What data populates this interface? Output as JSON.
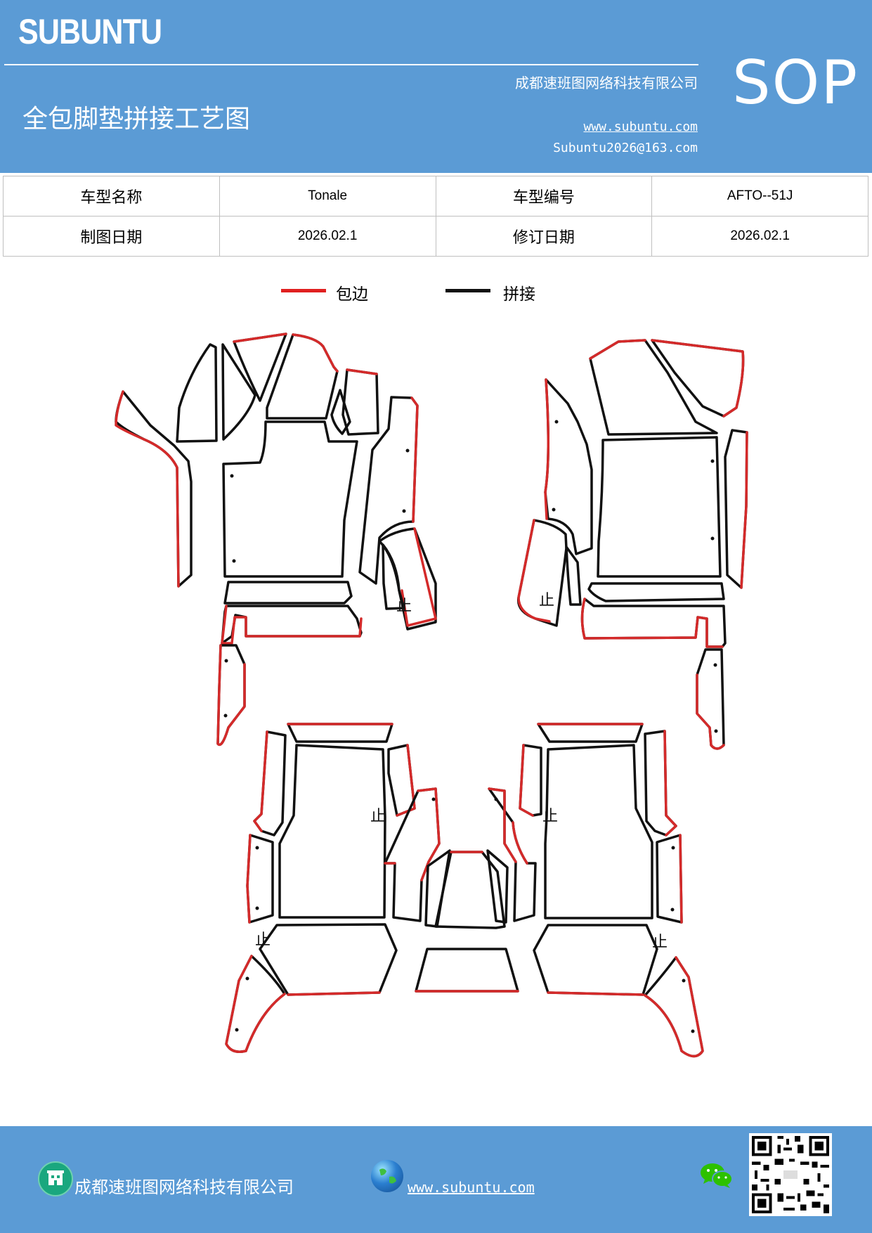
{
  "header": {
    "brand": "SUBUNTU",
    "sop": "SOP",
    "company": "成都速班图网络科技有限公司",
    "title": "全包脚垫拼接工艺图",
    "website": "www.subuntu.com",
    "email": "Subuntu2026@163.com"
  },
  "info_table": {
    "model_name_label": "车型名称",
    "model_name_value": "Tonale",
    "model_code_label": "车型编号",
    "model_code_value": "AFTO--51J",
    "draw_date_label": "制图日期",
    "draw_date_value": "2026.02.1",
    "revise_date_label": "修订日期",
    "revise_date_value": "2026.02.1"
  },
  "legend": {
    "edge_label": "包边",
    "edge_color": "#e02020",
    "seam_label": "拼接",
    "seam_color": "#111111"
  },
  "diagram": {
    "stop_mark": "止"
  },
  "footer": {
    "company": "成都速班图网络科技有限公司",
    "website": "www.subuntu.com "
  },
  "icons": {
    "building": "building-icon",
    "globe": "globe-icon",
    "wechat": "wechat-icon",
    "qr": "qr-code"
  }
}
